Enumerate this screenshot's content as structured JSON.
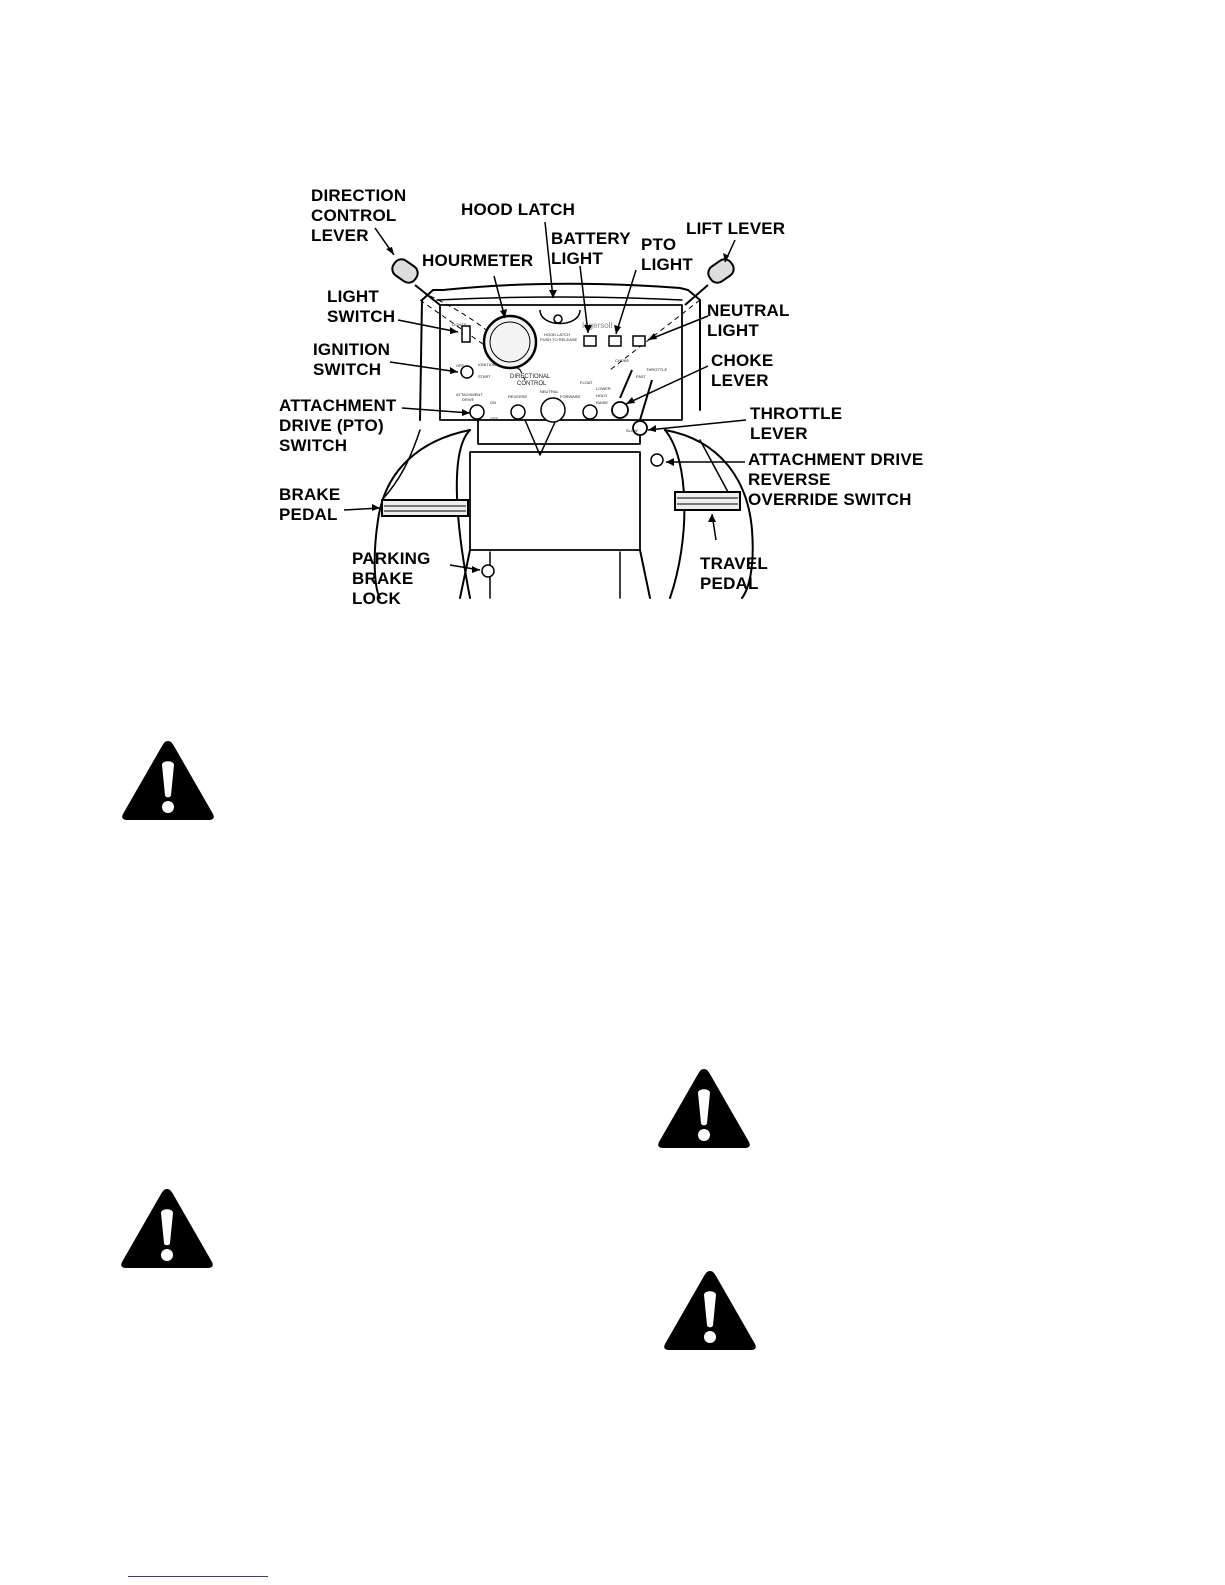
{
  "figure": {
    "labels": {
      "direction_control_lever": "DIRECTION\nCONTROL\nLEVER",
      "hood_latch": "HOOD LATCH",
      "battery_light": "BATTERY\nLIGHT",
      "pto_light": "PTO\nLIGHT",
      "lift_lever": "LIFT LEVER",
      "hourmeter": "HOURMETER",
      "light_switch": "LIGHT\nSWITCH",
      "neutral_light": "NEUTRAL\nLIGHT",
      "ignition_switch": "IGNITION\nSWITCH",
      "choke_lever": "CHOKE\nLEVER",
      "attachment_drive_pto_switch": "ATTACHMENT\nDRIVE (PTO)\nSWITCH",
      "throttle_lever": "THROTTLE\nLEVER",
      "attachment_drive_reverse_override_switch": "ATTACHMENT DRIVE\nREVERSE\nOVERRIDE SWITCH",
      "brake_pedal": "BRAKE\nPEDAL",
      "parking_brake_lock": "PARKING\nBRAKE\nLOCK",
      "travel_pedal": "TRAVEL\nPEDAL"
    },
    "panel_text": {
      "lights": "LIGHTS",
      "directional_control": "DIRECTIONAL",
      "directional_control_2": "CONTROL",
      "hood_latch_small": "HOOD LATCH",
      "push_to_release": "PUSH TO RELEASE",
      "brand": "Ingersoll",
      "choke": "CHOKE",
      "throttle": "THROTTLE",
      "fast": "FAST",
      "slow": "SLOW",
      "off": "OFF",
      "on": "ON",
      "start": "START",
      "ignition": "IGNITION",
      "attachment": "ATTACHMENT",
      "drive": "DRIVE",
      "neutral": "NEUTRAL",
      "reverse": "REVERSE",
      "forward": "FORWARD",
      "lower": "LOWER",
      "hold": "HOLD",
      "raise": "RAISE",
      "float": "FLOAT"
    }
  },
  "warnings": {
    "icon": "warning-triangle-icon",
    "count": 4
  },
  "colors": {
    "ink": "#000000",
    "paper": "#ffffff",
    "footnote_rule": "#3a3aa8"
  }
}
